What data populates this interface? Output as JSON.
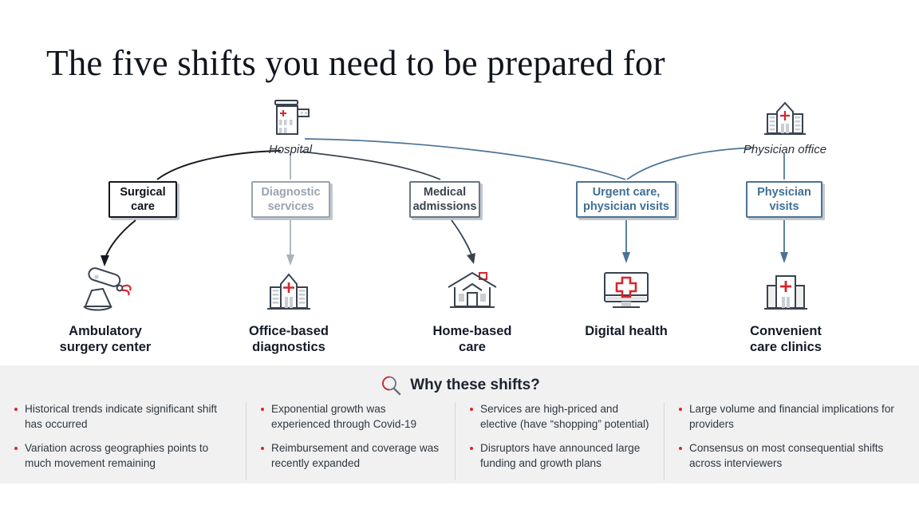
{
  "title": "The five shifts you need to be prepared for",
  "sources": [
    {
      "id": "hospital",
      "label": "Hospital",
      "icon": "hospital-building-icon"
    },
    {
      "id": "physician",
      "label": "Physician office",
      "icon": "physician-office-building-icon"
    }
  ],
  "service_boxes": [
    {
      "id": "surgical",
      "line1": "Surgical",
      "line2": "care",
      "style": "dark"
    },
    {
      "id": "diagnostic",
      "line1": "Diagnostic",
      "line2": "services",
      "style": "gray"
    },
    {
      "id": "medical",
      "line1": "Medical",
      "line2": "admissions",
      "style": "slate"
    },
    {
      "id": "urgent",
      "line1": "Urgent care,",
      "line2": "physician visits",
      "style": "blue"
    },
    {
      "id": "physician",
      "line1": "Physician",
      "line2": "visits",
      "style": "blue"
    }
  ],
  "destinations": [
    {
      "id": "ambulatory",
      "line1": "Ambulatory",
      "line2": "surgery center",
      "icon": "robot-arm-icon"
    },
    {
      "id": "office",
      "line1": "Office-based",
      "line2": "diagnostics",
      "icon": "clinic-building-icon"
    },
    {
      "id": "home",
      "line1": "Home-based",
      "line2": "care",
      "icon": "house-icon"
    },
    {
      "id": "digital",
      "line1": "Digital health",
      "line2": "",
      "icon": "monitor-cross-icon"
    },
    {
      "id": "convenient",
      "line1": "Convenient",
      "line2": "care clinics",
      "icon": "clinic-tower-icon"
    }
  ],
  "panel": {
    "heading": "Why these shifts?",
    "heading_icon": "magnifier-icon",
    "columns": [
      {
        "bullets": [
          "Historical trends indicate significant shift has occurred",
          "Variation across geographies points to much movement remaining"
        ]
      },
      {
        "bullets": [
          "Exponential growth was experienced through Covid-19",
          "Reimbursement and coverage was recently expanded"
        ]
      },
      {
        "bullets": [
          "Services are high-priced and elective (have “shopping” potential)",
          "Disruptors have announced large funding and growth plans"
        ]
      },
      {
        "bullets": [
          "Large volume and financial implications for providers",
          "Consensus on most consequential shifts across interviewers"
        ]
      }
    ]
  },
  "colors": {
    "accent_red": "#d8262c",
    "steel_blue": "#4a7396",
    "dark_navy": "#141b2a",
    "gray_box": "#9aa4b0",
    "panel_bg": "#f1f1f1"
  }
}
